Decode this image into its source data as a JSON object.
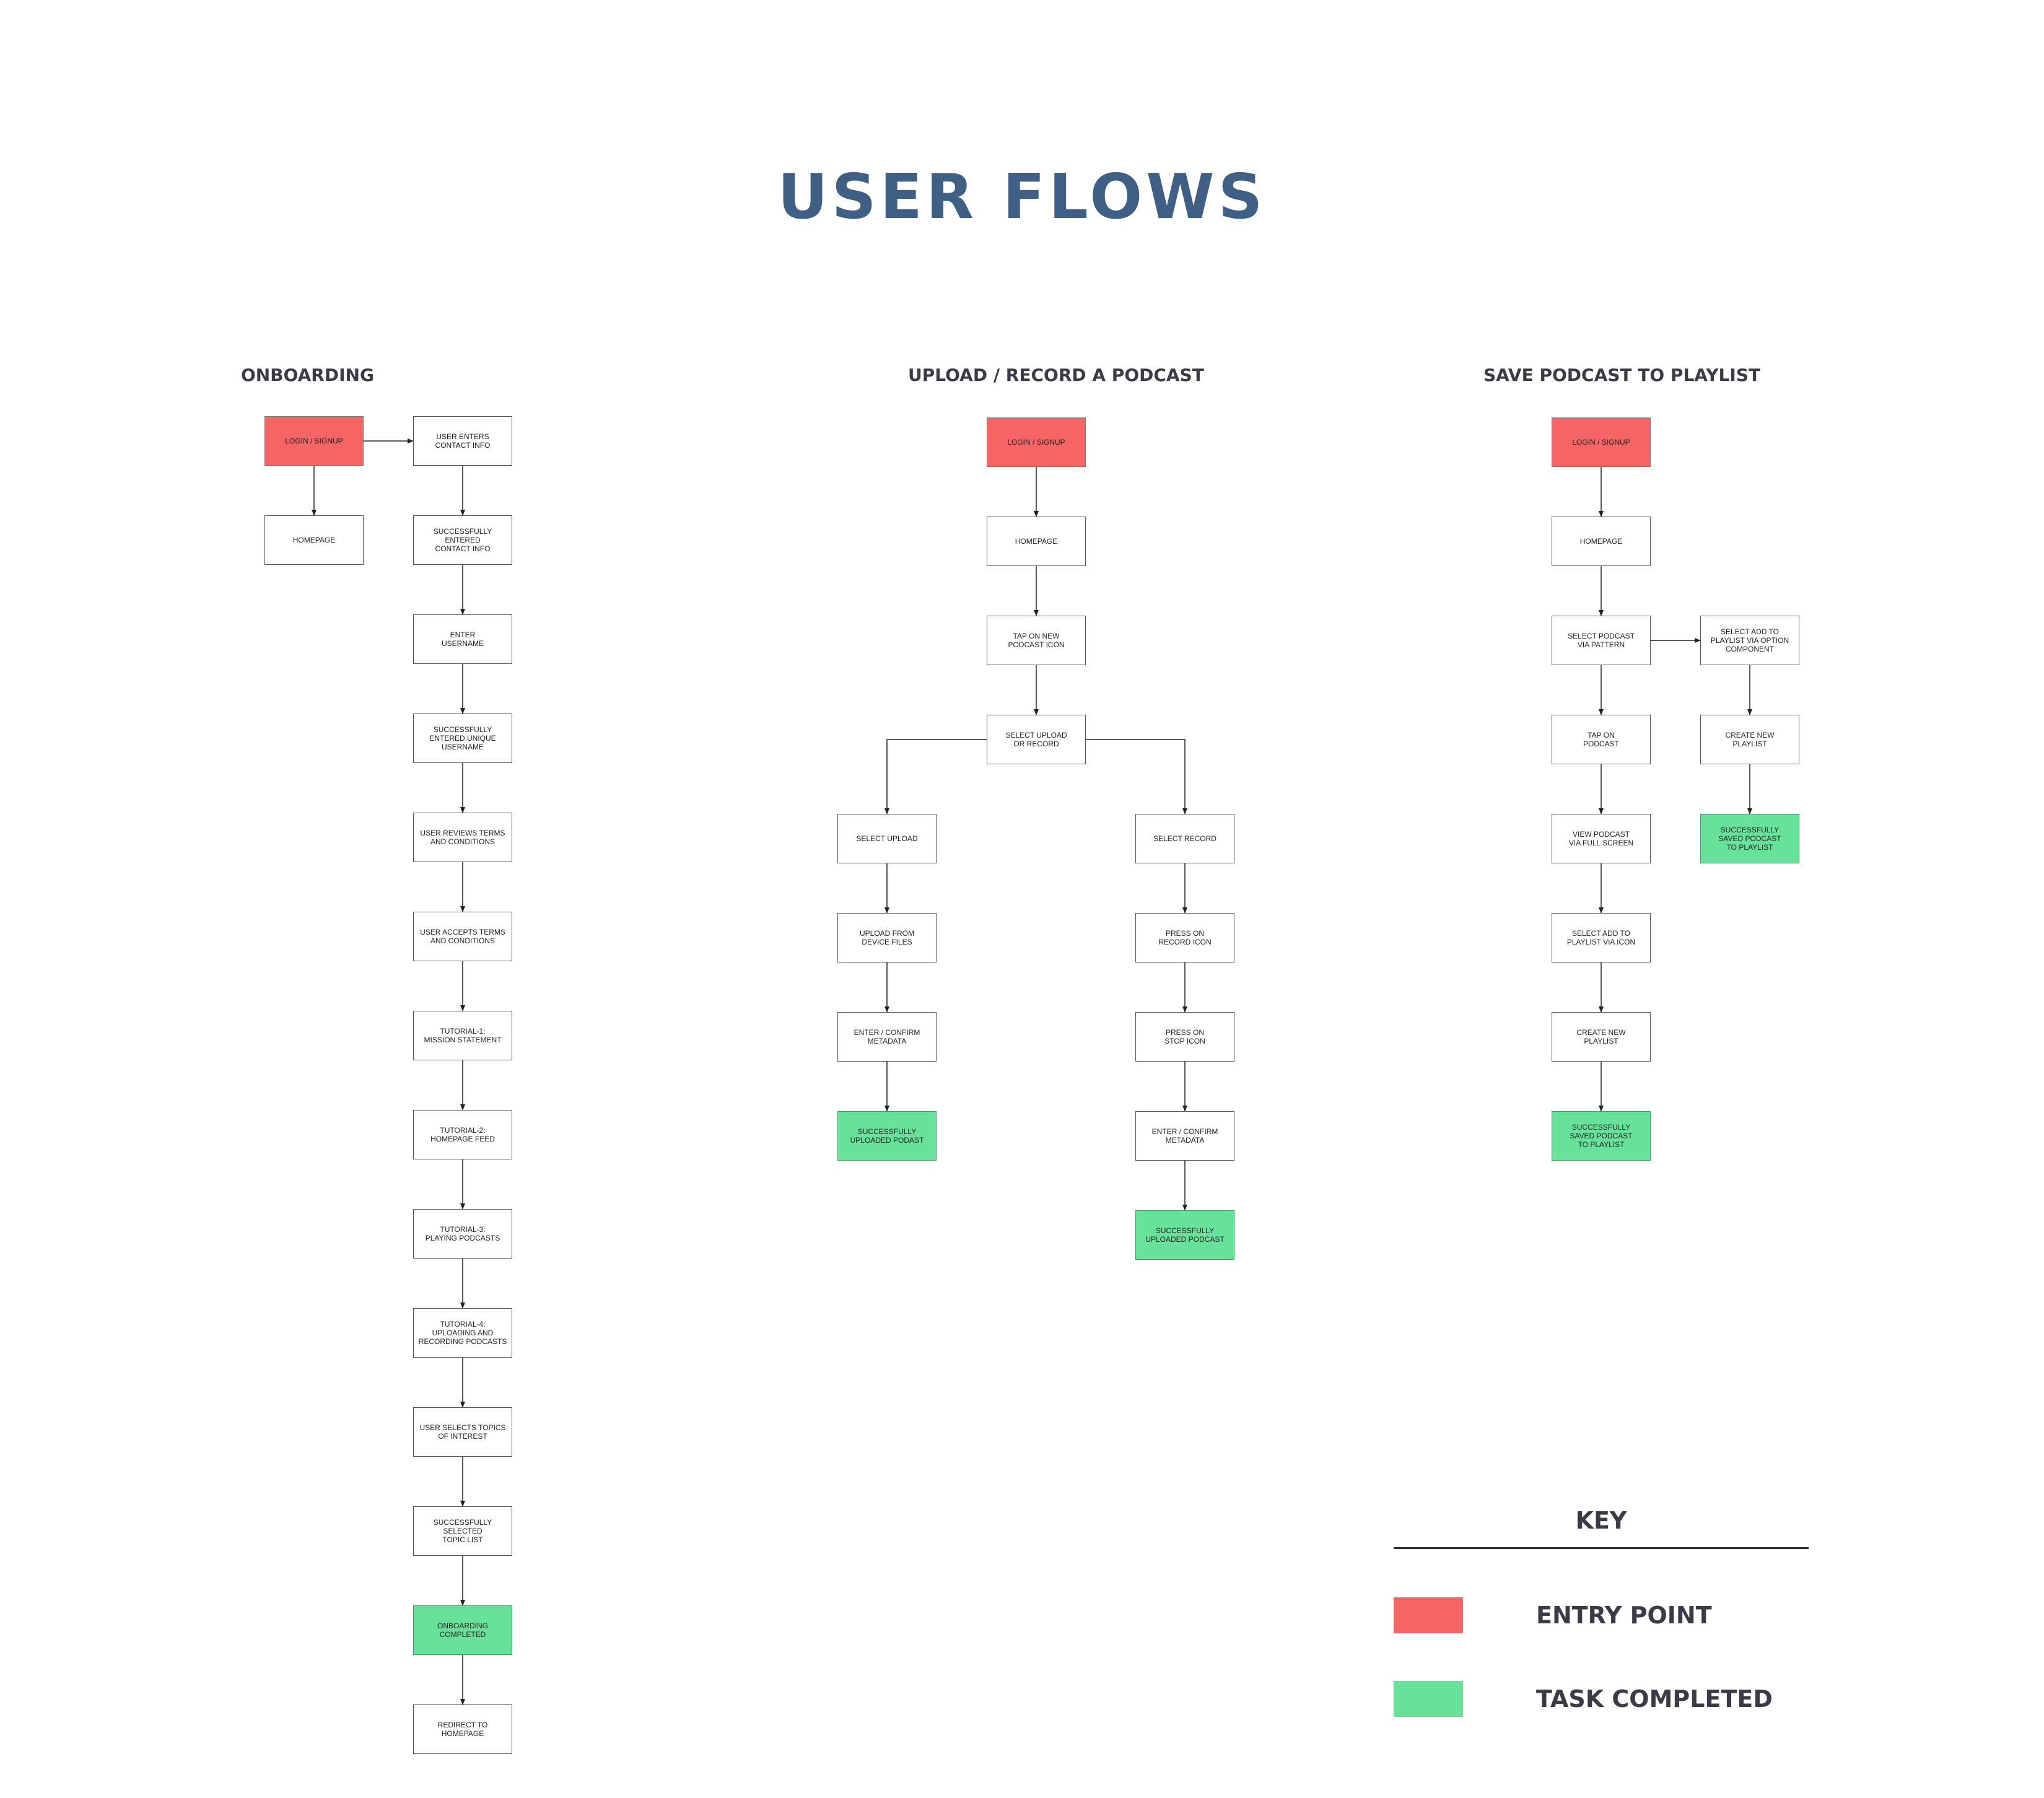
{
  "title": "USER FLOWS",
  "colors": {
    "title": "#3f5f85",
    "entry_point": "#f56565",
    "task_completed": "#68e19a"
  },
  "flows": [
    {
      "id": "onboarding",
      "title": "ONBOARDING",
      "nodes": [
        {
          "id": "ob_login",
          "label": "LOGIN / SIGNUP",
          "type": "entry"
        },
        {
          "id": "ob_home",
          "label": "HOMEPAGE",
          "type": "normal"
        },
        {
          "id": "ob_contact",
          "label": "USER ENTERS\nCONTACT INFO",
          "type": "normal"
        },
        {
          "id": "ob_contact_ok",
          "label": "SUCCESSFULLY\nENTERED\nCONTACT INFO",
          "type": "normal"
        },
        {
          "id": "ob_username",
          "label": "ENTER\nUSERNAME",
          "type": "normal"
        },
        {
          "id": "ob_username_ok",
          "label": "SUCCESSFULLY\nENTERED UNIQUE\nUSERNAME",
          "type": "normal"
        },
        {
          "id": "ob_terms_review",
          "label": "USER REVIEWS TERMS\nAND CONDITIONS",
          "type": "normal"
        },
        {
          "id": "ob_terms_accept",
          "label": "USER ACCEPTS TERMS\nAND CONDITIONS",
          "type": "normal"
        },
        {
          "id": "ob_tut1",
          "label": "TUTORIAL-1:\nMISSION STATEMENT",
          "type": "normal"
        },
        {
          "id": "ob_tut2",
          "label": "TUTORIAL-2:\nHOMEPAGE FEED",
          "type": "normal"
        },
        {
          "id": "ob_tut3",
          "label": "TUTORIAL-3:\nPLAYING PODCASTS",
          "type": "normal"
        },
        {
          "id": "ob_tut4",
          "label": "TUTORIAL-4:\nUPLOADING AND\nRECORDING PODCASTS",
          "type": "normal"
        },
        {
          "id": "ob_topics",
          "label": "USER SELECTS TOPICS\nOF INTEREST",
          "type": "normal"
        },
        {
          "id": "ob_topics_ok",
          "label": "SUCCESSFULLY\nSELECTED\nTOPIC LIST",
          "type": "normal"
        },
        {
          "id": "ob_done",
          "label": "ONBOARDING\nCOMPLETED",
          "type": "done"
        },
        {
          "id": "ob_redirect",
          "label": "REDIRECT TO\nHOMEPAGE",
          "type": "normal"
        }
      ],
      "edges": [
        [
          "ob_login",
          "ob_home"
        ],
        [
          "ob_login",
          "ob_contact"
        ],
        [
          "ob_contact",
          "ob_contact_ok"
        ],
        [
          "ob_contact_ok",
          "ob_username"
        ],
        [
          "ob_username",
          "ob_username_ok"
        ],
        [
          "ob_username_ok",
          "ob_terms_review"
        ],
        [
          "ob_terms_review",
          "ob_terms_accept"
        ],
        [
          "ob_terms_accept",
          "ob_tut1"
        ],
        [
          "ob_tut1",
          "ob_tut2"
        ],
        [
          "ob_tut2",
          "ob_tut3"
        ],
        [
          "ob_tut3",
          "ob_tut4"
        ],
        [
          "ob_tut4",
          "ob_topics"
        ],
        [
          "ob_topics",
          "ob_topics_ok"
        ],
        [
          "ob_topics_ok",
          "ob_done"
        ],
        [
          "ob_done",
          "ob_redirect"
        ]
      ]
    },
    {
      "id": "upload",
      "title": "UPLOAD / RECORD  A PODCAST",
      "nodes": [
        {
          "id": "up_login",
          "label": "LOGIN / SIGNUP",
          "type": "entry"
        },
        {
          "id": "up_home",
          "label": "HOMEPAGE",
          "type": "normal"
        },
        {
          "id": "up_tap",
          "label": "TAP  ON  NEW\nPODCAST ICON",
          "type": "normal"
        },
        {
          "id": "up_choose",
          "label": "SELECT UPLOAD\nOR RECORD",
          "type": "normal"
        },
        {
          "id": "up_sel_upload",
          "label": "SELECT UPLOAD",
          "type": "normal"
        },
        {
          "id": "up_device",
          "label": "UPLOAD FROM\nDEVICE FILES",
          "type": "normal"
        },
        {
          "id": "up_meta1",
          "label": "ENTER / CONFIRM\nMETADATA",
          "type": "normal"
        },
        {
          "id": "up_done1",
          "label": "SUCCESSFULLY\nUPLOADED PODAST",
          "type": "done"
        },
        {
          "id": "up_sel_record",
          "label": "SELECT RECORD",
          "type": "normal"
        },
        {
          "id": "up_rec_icon",
          "label": "PRESS ON\nRECORD ICON",
          "type": "normal"
        },
        {
          "id": "up_stop_icon",
          "label": "PRESS ON\nSTOP ICON",
          "type": "normal"
        },
        {
          "id": "up_meta2",
          "label": "ENTER / CONFIRM\nMETADATA",
          "type": "normal"
        },
        {
          "id": "up_done2",
          "label": "SUCCESSFULLY\nUPLOADED PODCAST",
          "type": "done"
        }
      ],
      "edges": [
        [
          "up_login",
          "up_home"
        ],
        [
          "up_home",
          "up_tap"
        ],
        [
          "up_tap",
          "up_choose"
        ],
        [
          "up_choose",
          "up_sel_upload"
        ],
        [
          "up_choose",
          "up_sel_record"
        ],
        [
          "up_sel_upload",
          "up_device"
        ],
        [
          "up_device",
          "up_meta1"
        ],
        [
          "up_meta1",
          "up_done1"
        ],
        [
          "up_sel_record",
          "up_rec_icon"
        ],
        [
          "up_rec_icon",
          "up_stop_icon"
        ],
        [
          "up_stop_icon",
          "up_meta2"
        ],
        [
          "up_meta2",
          "up_done2"
        ]
      ]
    },
    {
      "id": "playlist",
      "title": "SAVE PODCAST TO PLAYLIST",
      "nodes": [
        {
          "id": "pl_login",
          "label": "LOGIN / SIGNUP",
          "type": "entry"
        },
        {
          "id": "pl_home",
          "label": "HOMEPAGE",
          "type": "normal"
        },
        {
          "id": "pl_pattern",
          "label": "SELECT PODCAST\nVIA PATTERN",
          "type": "normal"
        },
        {
          "id": "pl_tap",
          "label": "TAP ON\nPODCAST",
          "type": "normal"
        },
        {
          "id": "pl_full",
          "label": "VIEW PODCAST\nVIA FULL SCREEN",
          "type": "normal"
        },
        {
          "id": "pl_add_icon",
          "label": "SELECT ADD TO\nPLAYLIST VIA ICON",
          "type": "normal"
        },
        {
          "id": "pl_create1",
          "label": "CREATE NEW\nPLAYLIST",
          "type": "normal"
        },
        {
          "id": "pl_done1",
          "label": "SUCCESSFULLY\nSAVED PODCAST\nTO PLAYLIST",
          "type": "done"
        },
        {
          "id": "pl_add_option",
          "label": "SELECT ADD TO\nPLAYLIST VIA OPTION\nCOMPONENT",
          "type": "normal"
        },
        {
          "id": "pl_create2",
          "label": "CREATE NEW\nPLAYLIST",
          "type": "normal"
        },
        {
          "id": "pl_done2",
          "label": "SUCCESSFULLY\nSAVED PODCAST\nTO PLAYLIST",
          "type": "done"
        }
      ],
      "edges": [
        [
          "pl_login",
          "pl_home"
        ],
        [
          "pl_home",
          "pl_pattern"
        ],
        [
          "pl_pattern",
          "pl_tap"
        ],
        [
          "pl_pattern",
          "pl_add_option"
        ],
        [
          "pl_tap",
          "pl_full"
        ],
        [
          "pl_full",
          "pl_add_icon"
        ],
        [
          "pl_add_icon",
          "pl_create1"
        ],
        [
          "pl_create1",
          "pl_done1"
        ],
        [
          "pl_add_option",
          "pl_create2"
        ],
        [
          "pl_create2",
          "pl_done2"
        ]
      ]
    }
  ],
  "key": {
    "title": "KEY",
    "entry_point_label": "ENTRY POINT",
    "task_completed_label": "TASK COMPLETED"
  }
}
